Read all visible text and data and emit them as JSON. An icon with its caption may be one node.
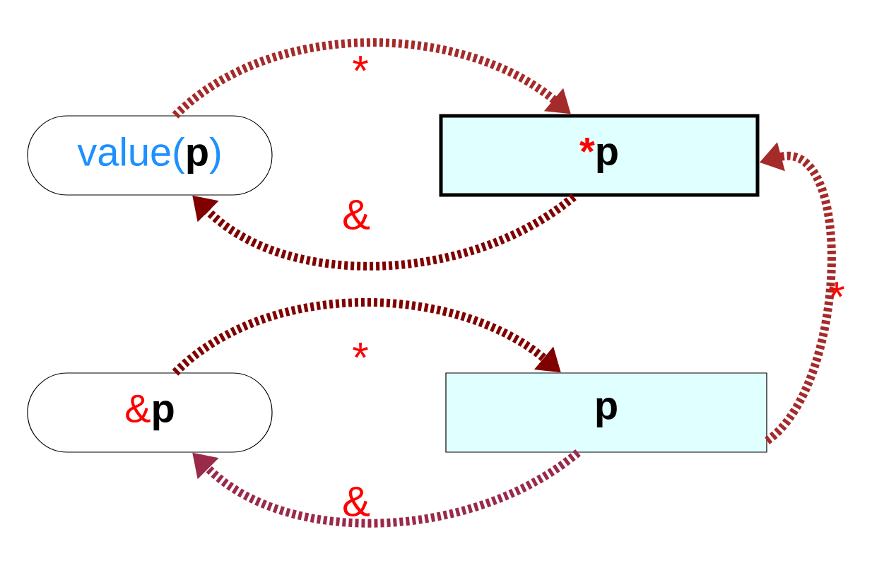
{
  "diagram": {
    "nodes": [
      {
        "text": [
          "value(",
          "p",
          ")"
        ]
      },
      {
        "text": [
          "*",
          "p"
        ]
      },
      {
        "text": [
          "&",
          "p"
        ]
      },
      {
        "text": [
          "p"
        ]
      }
    ],
    "edges": [
      {
        "from": 0,
        "to": 1,
        "arrow": "to",
        "label": "*",
        "color": "#a52a2a"
      },
      {
        "from": 1,
        "to": 0,
        "arrow": "to",
        "label": "&",
        "color": "#800000"
      },
      {
        "from": 2,
        "to": 3,
        "arrow": "to",
        "label": "*",
        "color": "#800000"
      },
      {
        "from": 3,
        "to": 2,
        "arrow": "to",
        "label": "&",
        "color": "#992a4a"
      },
      {
        "from": 3,
        "to": 1,
        "arrow": "to",
        "label": "*",
        "color": "#a52a2a"
      }
    ]
  }
}
